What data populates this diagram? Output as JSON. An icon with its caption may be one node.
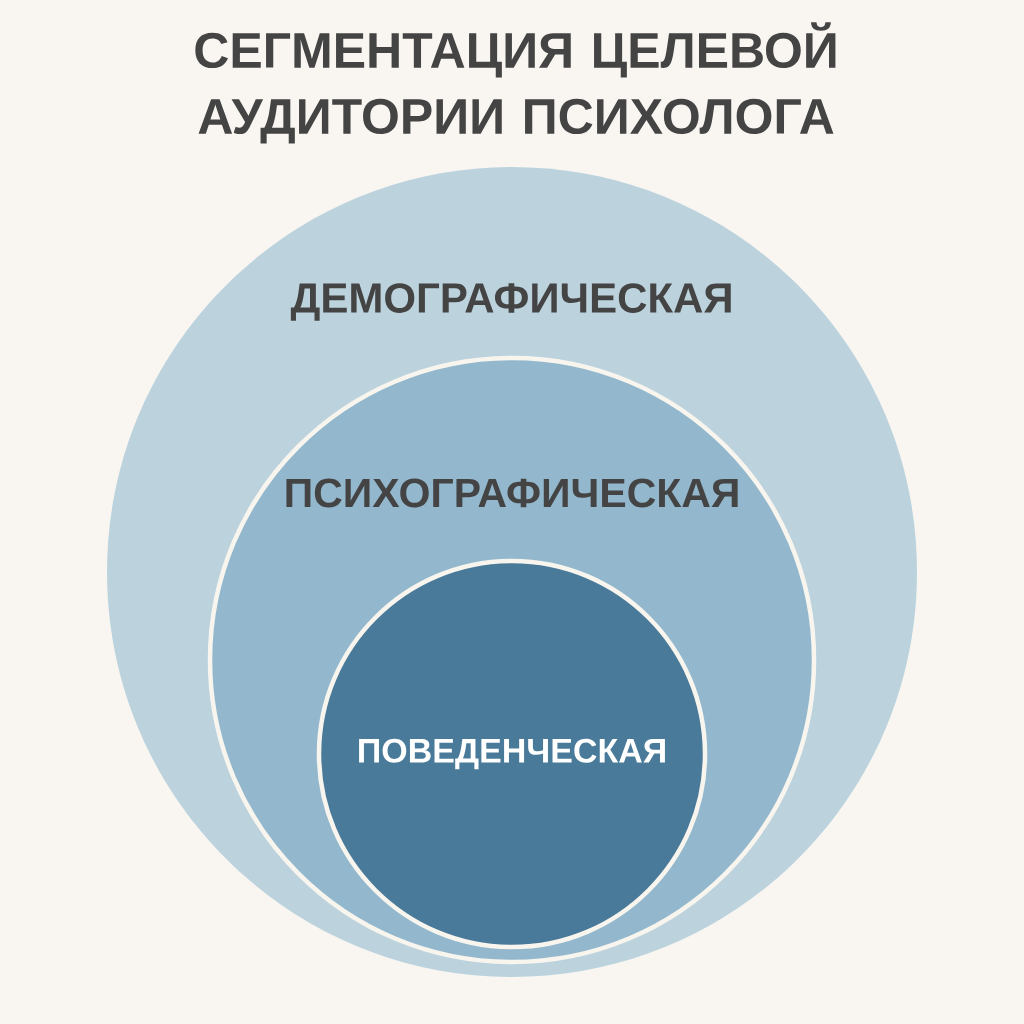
{
  "diagram": {
    "title": "СЕГМЕНТАЦИЯ ЦЕЛЕВОЙ АУДИТОРИИ ПСИХОЛОГА",
    "nodes": [
      {
        "text": [
          "ДЕМОГРАФИЧЕСКАЯ"
        ]
      },
      {
        "text": [
          "ПСИХОГРАФИЧЕСКАЯ"
        ],
        "in": 0
      },
      {
        "text": [
          "ПОВЕДЕНЧЕСКАЯ"
        ],
        "in": 1
      }
    ]
  }
}
